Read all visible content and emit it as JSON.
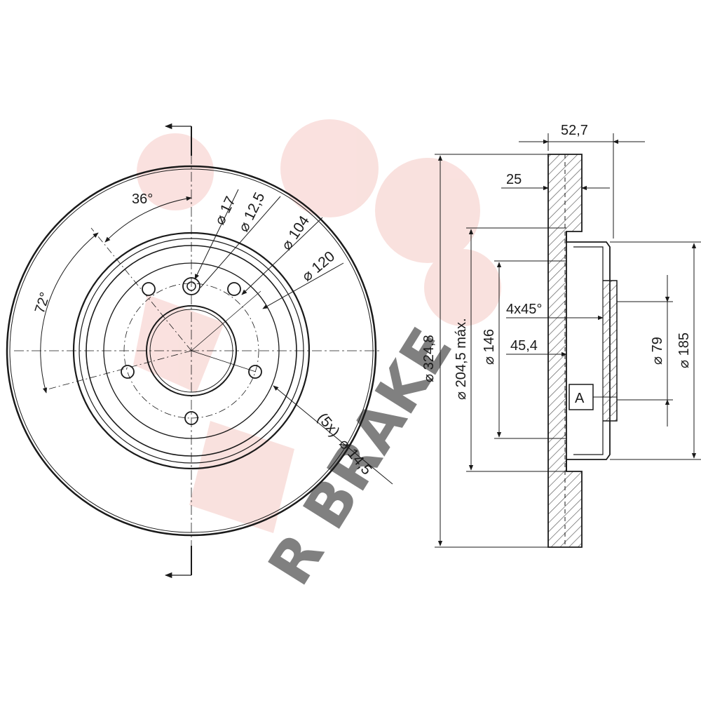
{
  "watermark": {
    "text": "R BRAKE",
    "color": "#f5c9c4"
  },
  "front_view": {
    "angle_minor": "36°",
    "angle_major": "72°",
    "dim_hole_dia": "17",
    "dim_hole_depth": "12,5",
    "dim_pcd_inner": "104",
    "dim_pcd_outer": "120",
    "bolt_holes_label": "(5x)",
    "bolt_holes_dia": "14,5"
  },
  "side_view": {
    "width_total": "52,7",
    "width_friction": "25",
    "dia_outer": "324,8",
    "dia_friction_max": "204,5 máx.",
    "dia_hat": "146",
    "chamfer": "4x45°",
    "hat_height": "45,4",
    "dia_center_bore": "79",
    "dia_hat_outer": "185",
    "datum_label": "A"
  },
  "symbols": {
    "diameter": "⌀"
  },
  "colors": {
    "line": "#1a1a1a",
    "hatch": "#555555"
  }
}
